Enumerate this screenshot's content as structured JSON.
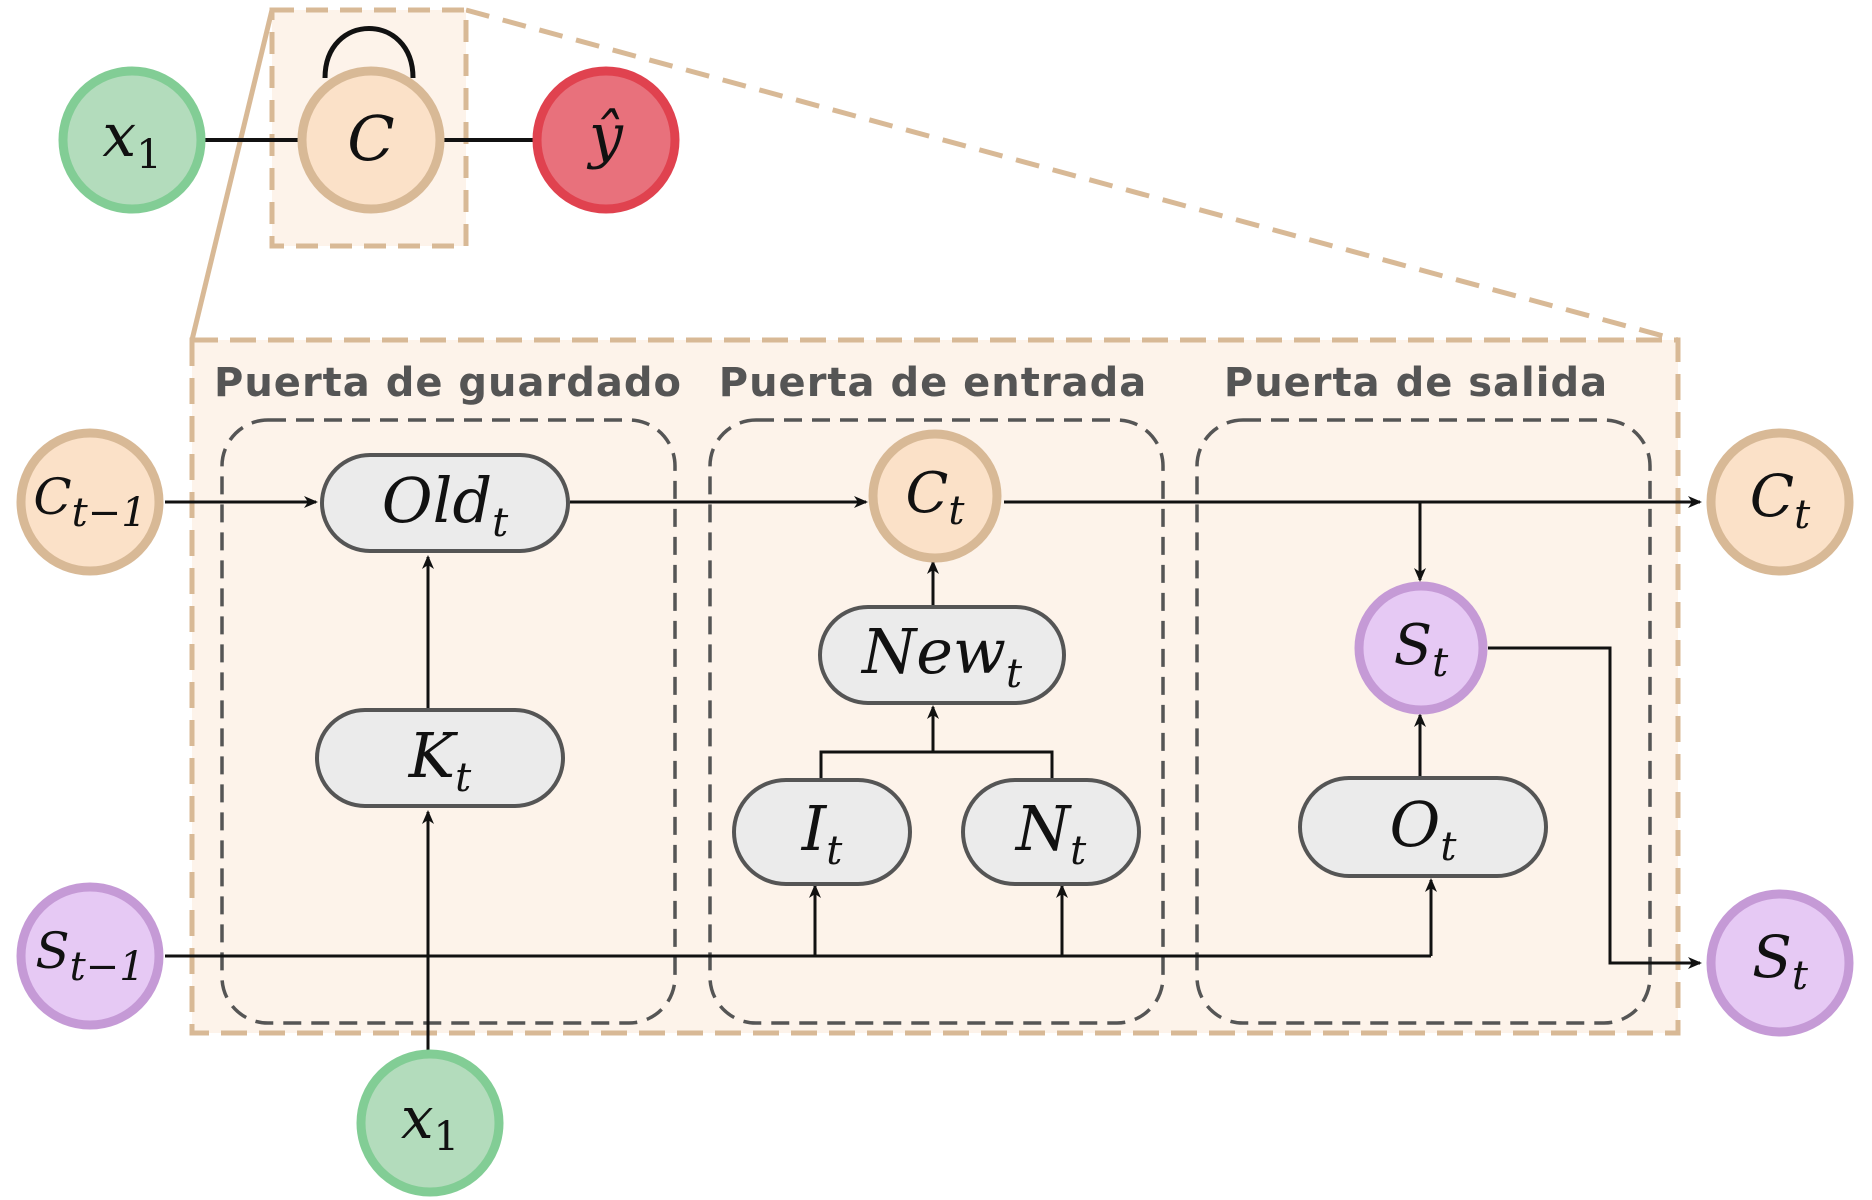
{
  "colors": {
    "green_fill": "#b3dcbc",
    "green_stroke": "#82cd95",
    "orange_fill": "#fbe1c8",
    "orange_stroke": "#d8b996",
    "red_fill": "#e8717c",
    "red_stroke": "#e0424f",
    "purple_fill": "#e6c9f4",
    "purple_stroke": "#c59ad6",
    "box_fill": "#fdf3ea",
    "box_border": "#d8b996",
    "node_fill": "#ebebeb",
    "node_stroke": "#555555"
  },
  "top": {
    "input": {
      "base": "x",
      "sub": "1"
    },
    "cell": {
      "base": "C"
    },
    "output": {
      "base": "ŷ"
    }
  },
  "gates": {
    "forget": "Puerta de guardado",
    "input": "Puerta de entrada",
    "output": "Puerta de salida"
  },
  "states": {
    "c_prev": {
      "base": "C",
      "sub": "t−1"
    },
    "s_prev": {
      "base": "S",
      "sub": "t−1"
    },
    "c_out": {
      "base": "C",
      "sub": "t"
    },
    "s_out": {
      "base": "S",
      "sub": "t"
    },
    "x_in": {
      "base": "x",
      "sub": "1"
    }
  },
  "nodes": {
    "old": {
      "base": "Old",
      "sub": "t"
    },
    "k": {
      "base": "K",
      "sub": "t"
    },
    "c": {
      "base": "C",
      "sub": "t"
    },
    "new": {
      "base": "New",
      "sub": "t"
    },
    "i": {
      "base": "I",
      "sub": "t"
    },
    "n": {
      "base": "N",
      "sub": "t"
    },
    "s": {
      "base": "S",
      "sub": "t"
    },
    "o": {
      "base": "O",
      "sub": "t"
    }
  }
}
